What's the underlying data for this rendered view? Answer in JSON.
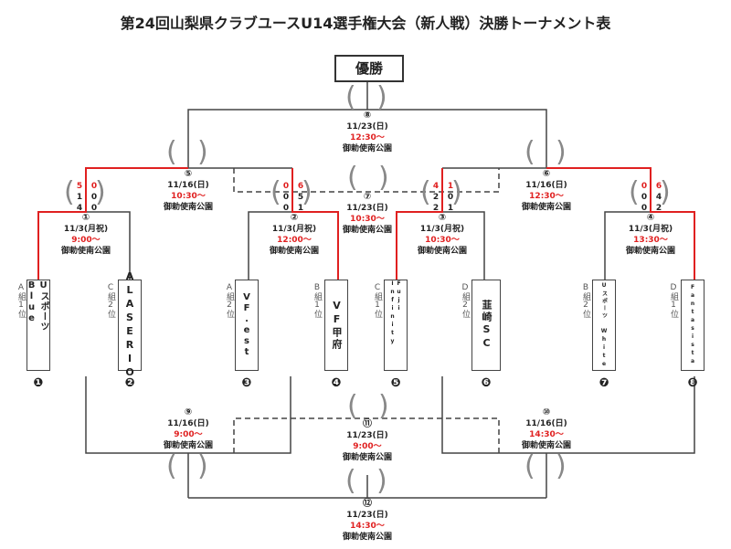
{
  "title": "第24回山梨県クラブユースU14選手権大会（新人戦）決勝トーナメント表",
  "champion_label": "優勝",
  "colors": {
    "winner_line": "#e02020",
    "line": "#444444",
    "time_text": "#e02020"
  },
  "teams": [
    {
      "no": "❶",
      "name": "Uスポーツ Blue",
      "seed": "A組1位"
    },
    {
      "no": "❷",
      "name": "ALASERIO",
      "seed": "C組2位"
    },
    {
      "no": "❸",
      "name": "VF.est",
      "seed": "A組2位"
    },
    {
      "no": "❹",
      "name": "VF甲府",
      "seed": "B組1位"
    },
    {
      "no": "❺",
      "name": "Fuji Infinity",
      "seed": "C組1位"
    },
    {
      "no": "❻",
      "name": "韮崎SC",
      "seed": "D組2位"
    },
    {
      "no": "❼",
      "name": "Uスポーツ White",
      "seed": "B組2位"
    },
    {
      "no": "❽",
      "name": "Fantasista",
      "seed": "D組1位"
    }
  ],
  "matches": [
    {
      "no": "①",
      "date": "11/3(月祝)",
      "time": "9:00〜",
      "venue": "御勅使南公園",
      "score_left": {
        "total": "5",
        "h1": "1",
        "h2": "4"
      },
      "score_right": {
        "total": "0",
        "h1": "0",
        "h2": "0"
      }
    },
    {
      "no": "②",
      "date": "11/3(月祝)",
      "time": "12:00〜",
      "venue": "御勅使南公園",
      "score_left": {
        "total": "0",
        "h1": "0",
        "h2": "0"
      },
      "score_right": {
        "total": "6",
        "h1": "5",
        "h2": "1"
      }
    },
    {
      "no": "③",
      "date": "11/3(月祝)",
      "time": "10:30〜",
      "venue": "御勅使南公園",
      "score_left": {
        "total": "4",
        "h1": "2",
        "h2": "2"
      },
      "score_right": {
        "total": "1",
        "h1": "0",
        "h2": "1"
      }
    },
    {
      "no": "④",
      "date": "11/3(月祝)",
      "time": "13:30〜",
      "venue": "御勅使南公園",
      "score_left": {
        "total": "0",
        "h1": "0",
        "h2": "0"
      },
      "score_right": {
        "total": "6",
        "h1": "4",
        "h2": "2"
      }
    },
    {
      "no": "⑤",
      "date": "11/16(日)",
      "time": "10:30〜",
      "venue": "御勅使南公園"
    },
    {
      "no": "⑥",
      "date": "11/16(日)",
      "time": "12:30〜",
      "venue": "御勅使南公園"
    },
    {
      "no": "⑦",
      "date": "11/23(日)",
      "time": "10:30〜",
      "venue": "御勅使南公園"
    },
    {
      "no": "⑧",
      "date": "11/23(日)",
      "time": "12:30〜",
      "venue": "御勅使南公園"
    },
    {
      "no": "⑨",
      "date": "11/16(日)",
      "time": "9:00〜",
      "venue": "御勅使南公園"
    },
    {
      "no": "⑩",
      "date": "11/16(日)",
      "time": "14:30〜",
      "venue": "御勅使南公園"
    },
    {
      "no": "⑪",
      "date": "11/23(日)",
      "time": "9:00〜",
      "venue": "御勅使南公園"
    },
    {
      "no": "⑫",
      "date": "11/23(日)",
      "time": "14:30〜",
      "venue": "御勅使南公園"
    }
  ]
}
